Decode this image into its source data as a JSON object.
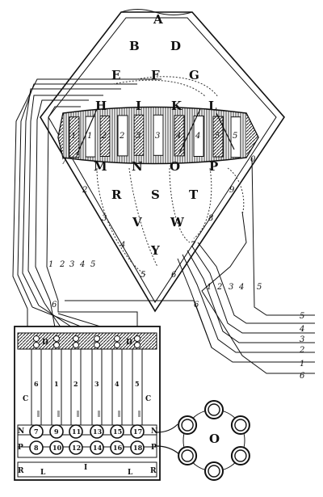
{
  "diamond": {
    "letters": [
      "A",
      "B",
      "D",
      "E",
      "F",
      "G",
      "H",
      "I",
      "K",
      "L",
      "M",
      "N",
      "O",
      "P",
      "R",
      "S",
      "T",
      "V",
      "W",
      "Y"
    ],
    "drum_numbers": [
      "1",
      "1",
      "2",
      "2",
      "3",
      "3",
      "4",
      "4",
      "5",
      "5"
    ],
    "edge_numbers_left": [
      "7",
      "2",
      "3",
      "4",
      "5",
      "6"
    ],
    "edge_numbers_right": [
      "0",
      "9",
      "8",
      "7"
    ]
  },
  "wire_labels": {
    "cable_left": [
      "1",
      "2",
      "3",
      "4",
      "5"
    ],
    "cable_right": [
      "1",
      "2",
      "3",
      "4",
      "5"
    ],
    "six": "6",
    "outputs": [
      "5",
      "4",
      "3",
      "2",
      "1",
      "6"
    ]
  },
  "panel": {
    "top_letters": [
      "D",
      "D"
    ],
    "side_letter": "C",
    "column_numbers": [
      "6",
      "1",
      "2",
      "3",
      "4",
      "5"
    ],
    "row_n": [
      "7",
      "9",
      "11",
      "13",
      "15",
      "17"
    ],
    "row_p": [
      "8",
      "10",
      "12",
      "14",
      "16",
      "18"
    ],
    "n": "N",
    "p": "P",
    "r": "R",
    "l": "L",
    "i": "I"
  },
  "ring": {
    "label": "O"
  }
}
